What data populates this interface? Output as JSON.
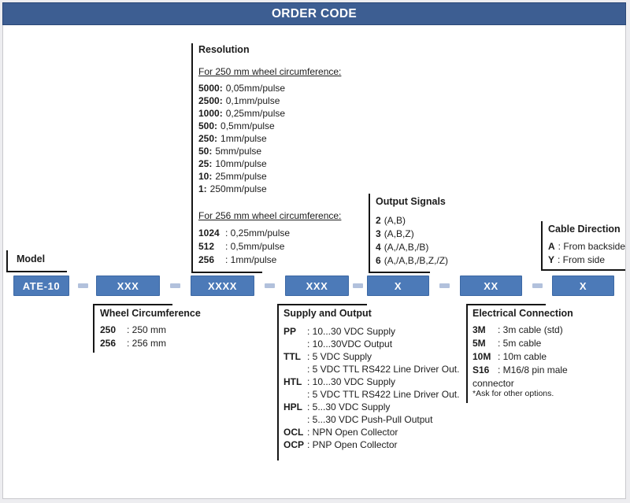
{
  "header": {
    "title": "ORDER CODE"
  },
  "code_boxes": [
    {
      "label": "ATE-10"
    },
    {
      "label": "XXX"
    },
    {
      "label": "XXXX"
    },
    {
      "label": "XXX"
    },
    {
      "label": "X"
    },
    {
      "label": "XX"
    },
    {
      "label": "X"
    }
  ],
  "sections": {
    "model": {
      "title": "Model"
    },
    "resolution": {
      "title": "Resolution",
      "group250": {
        "heading": "For 250 mm wheel circumference:",
        "items": [
          {
            "code": "5000:",
            "value": "0,05mm/pulse"
          },
          {
            "code": "2500:",
            "value": "0,1mm/pulse"
          },
          {
            "code": "1000:",
            "value": "0,25mm/pulse"
          },
          {
            "code": "500:",
            "value": "0,5mm/pulse"
          },
          {
            "code": "250:",
            "value": "1mm/pulse"
          },
          {
            "code": "50:",
            "value": "5mm/pulse"
          },
          {
            "code": "25:",
            "value": "10mm/pulse"
          },
          {
            "code": "10:",
            "value": "25mm/pulse"
          },
          {
            "code": "1:",
            "value": "250mm/pulse"
          }
        ]
      },
      "group256": {
        "heading": "For 256 mm wheel circumference:",
        "items": [
          {
            "code": "1024",
            "value": ": 0,25mm/pulse"
          },
          {
            "code": "512",
            "value": ": 0,5mm/pulse"
          },
          {
            "code": "256",
            "value": ": 1mm/pulse"
          }
        ]
      }
    },
    "output_signals": {
      "title": "Output Signals",
      "items": [
        {
          "code": "2",
          "value": "(A,B)"
        },
        {
          "code": "3",
          "value": "(A,B,Z)"
        },
        {
          "code": "4",
          "value": "(A,/A,B,/B)"
        },
        {
          "code": "6",
          "value": "(A,/A,B,/B,Z,/Z)"
        }
      ]
    },
    "cable_direction": {
      "title": "Cable Direction",
      "items": [
        {
          "code": "A",
          "value": ": From backside"
        },
        {
          "code": "Y",
          "value": ": From side"
        }
      ]
    },
    "wheel_circumference": {
      "title": "Wheel Circumference",
      "items": [
        {
          "code": "250",
          "value": ": 250 mm"
        },
        {
          "code": "256",
          "value": ": 256 mm"
        }
      ]
    },
    "supply_output": {
      "title": "Supply and Output",
      "items": [
        {
          "code": "PP",
          "value": ": 10...30 VDC Supply"
        },
        {
          "code": "",
          "value": ": 10...30VDC Output"
        },
        {
          "code": "TTL",
          "value": ": 5 VDC Supply"
        },
        {
          "code": "",
          "value": ": 5 VDC TTL RS422 Line Driver Out."
        },
        {
          "code": "HTL",
          "value": ": 10...30 VDC Supply"
        },
        {
          "code": "",
          "value": ": 5 VDC TTL RS422 Line Driver Out."
        },
        {
          "code": "HPL",
          "value": ": 5...30 VDC Supply"
        },
        {
          "code": "",
          "value": ": 5...30 VDC Push-Pull Output"
        },
        {
          "code": "OCL",
          "value": ": NPN Open Collector"
        },
        {
          "code": "OCP",
          "value": ": PNP Open Collector"
        }
      ]
    },
    "electrical_connection": {
      "title": "Electrical Connection",
      "items": [
        {
          "code": "3M",
          "value": ": 3m cable (std)"
        },
        {
          "code": "5M",
          "value": ": 5m cable"
        },
        {
          "code": "10M",
          "value": ": 10m cable"
        },
        {
          "code": "S16",
          "value": ": M16/8 pin male"
        }
      ],
      "overflow": "connector",
      "note": "*Ask for other options."
    }
  },
  "colors": {
    "header_bg": "#3d5e92",
    "header_border": "#2b4877",
    "box_bg": "#4c7ab8",
    "box_border": "#3c68a4",
    "dash": "#b2c1dc",
    "line": "#161616"
  }
}
